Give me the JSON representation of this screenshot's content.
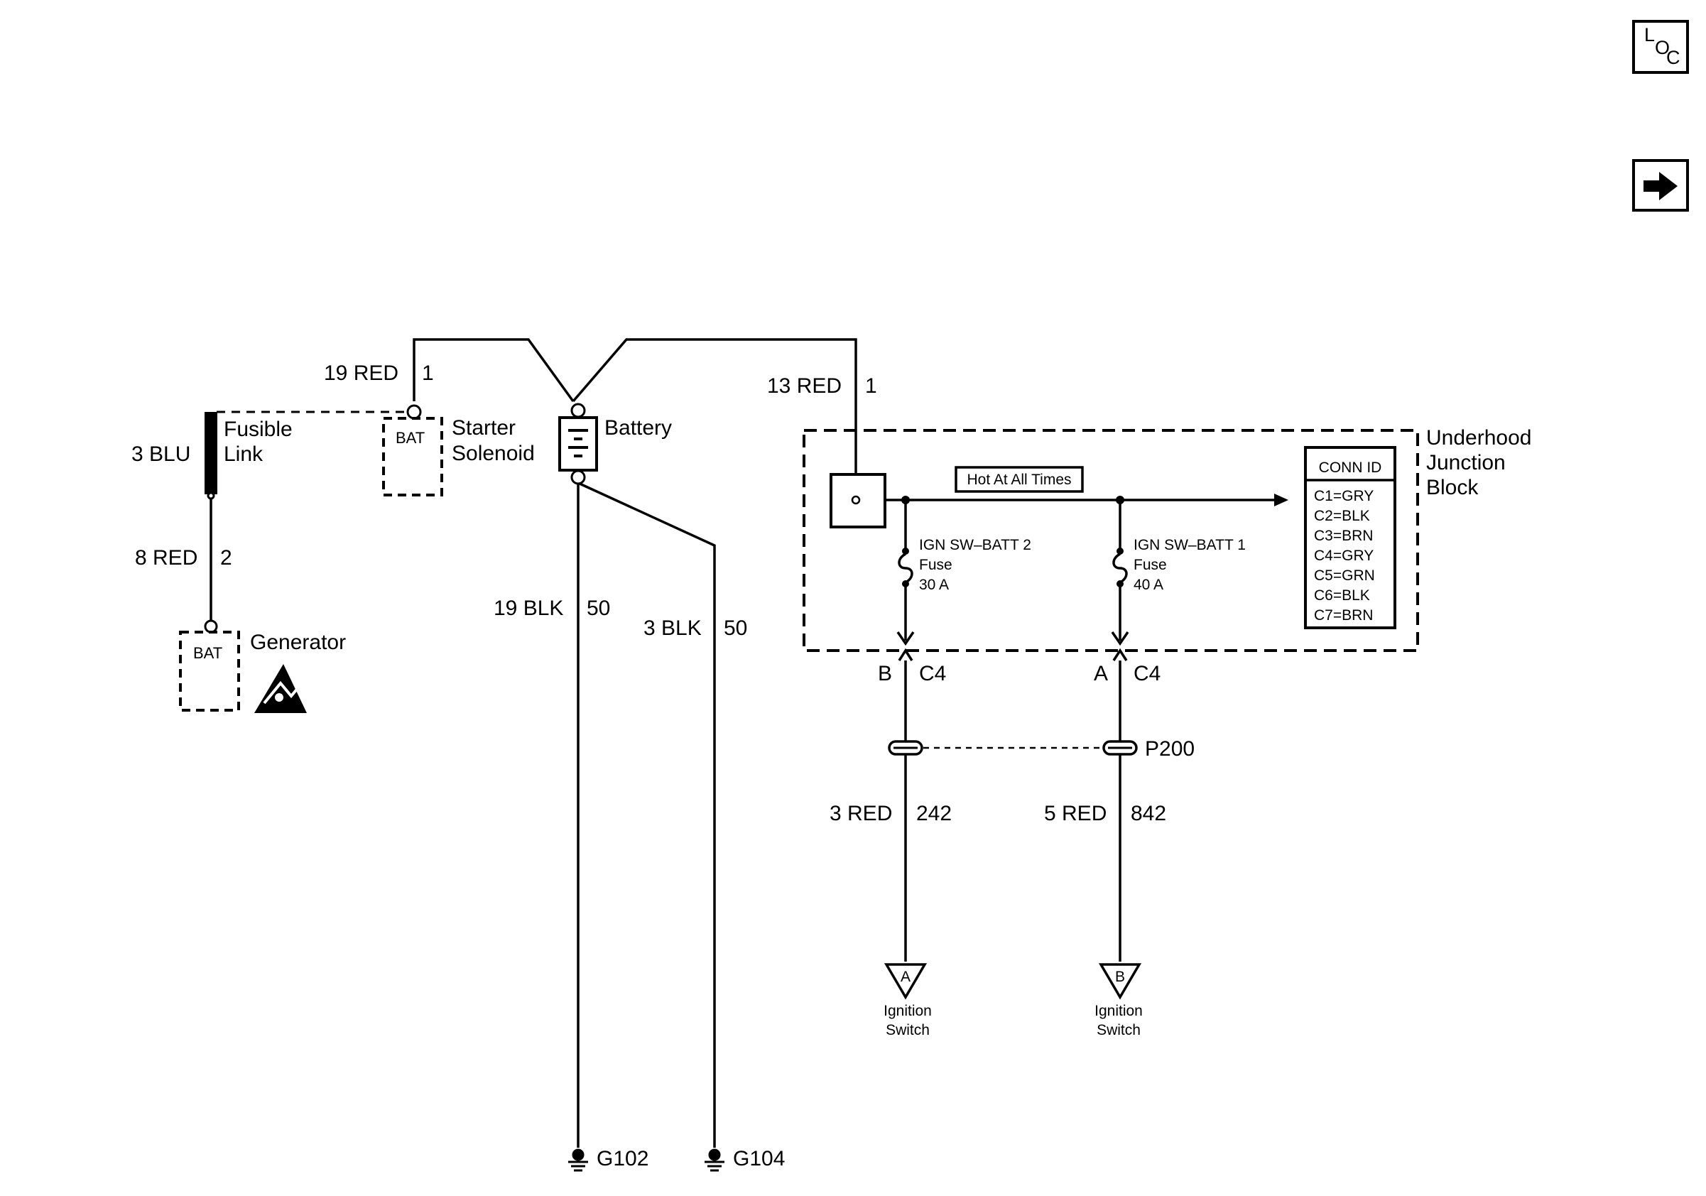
{
  "nav": {
    "loc": {
      "l": "L",
      "o": "O",
      "c": "C"
    }
  },
  "fusible_link": {
    "gauge_color": "3 BLU",
    "label_line1": "Fusible",
    "label_line2": "Link",
    "lower_wire_gauge_color": "8 RED",
    "lower_wire_circuit": "2"
  },
  "generator": {
    "terminal": "BAT",
    "label": "Generator"
  },
  "starter_solenoid": {
    "wire_gauge_color": "19 RED",
    "wire_circuit": "1",
    "terminal": "BAT",
    "label_line1": "Starter",
    "label_line2": "Solenoid"
  },
  "battery": {
    "label": "Battery",
    "ground_wire_1_gauge_color": "19 BLK",
    "ground_wire_1_circuit": "50",
    "ground_wire_2_gauge_color": "3 BLK",
    "ground_wire_2_circuit": "50",
    "feed_wire_gauge_color": "13 RED",
    "feed_wire_circuit": "1"
  },
  "grounds": [
    "G102",
    "G104"
  ],
  "junction_block": {
    "label_line1": "Underhood",
    "label_line2": "Junction",
    "label_line3": "Block",
    "bus_label": "Hot At All Times",
    "conn_id_title": "CONN ID",
    "conn_ids": [
      "C1=GRY",
      "C2=BLK",
      "C3=BRN",
      "C4=GRY",
      "C5=GRN",
      "C6=BLK",
      "C7=BRN"
    ],
    "fuses": [
      {
        "name": "IGN SW–BATT 2",
        "type": "Fuse",
        "rating": "30 A",
        "pin": "B",
        "connector": "C4"
      },
      {
        "name": "IGN SW–BATT 1",
        "type": "Fuse",
        "rating": "40 A",
        "pin": "A",
        "connector": "C4"
      }
    ]
  },
  "inline_connector": "P200",
  "outputs": [
    {
      "gauge_color": "3 RED",
      "circuit": "242",
      "ref": "A",
      "dest_line1": "Ignition",
      "dest_line2": "Switch"
    },
    {
      "gauge_color": "5 RED",
      "circuit": "842",
      "ref": "B",
      "dest_line1": "Ignition",
      "dest_line2": "Switch"
    }
  ]
}
